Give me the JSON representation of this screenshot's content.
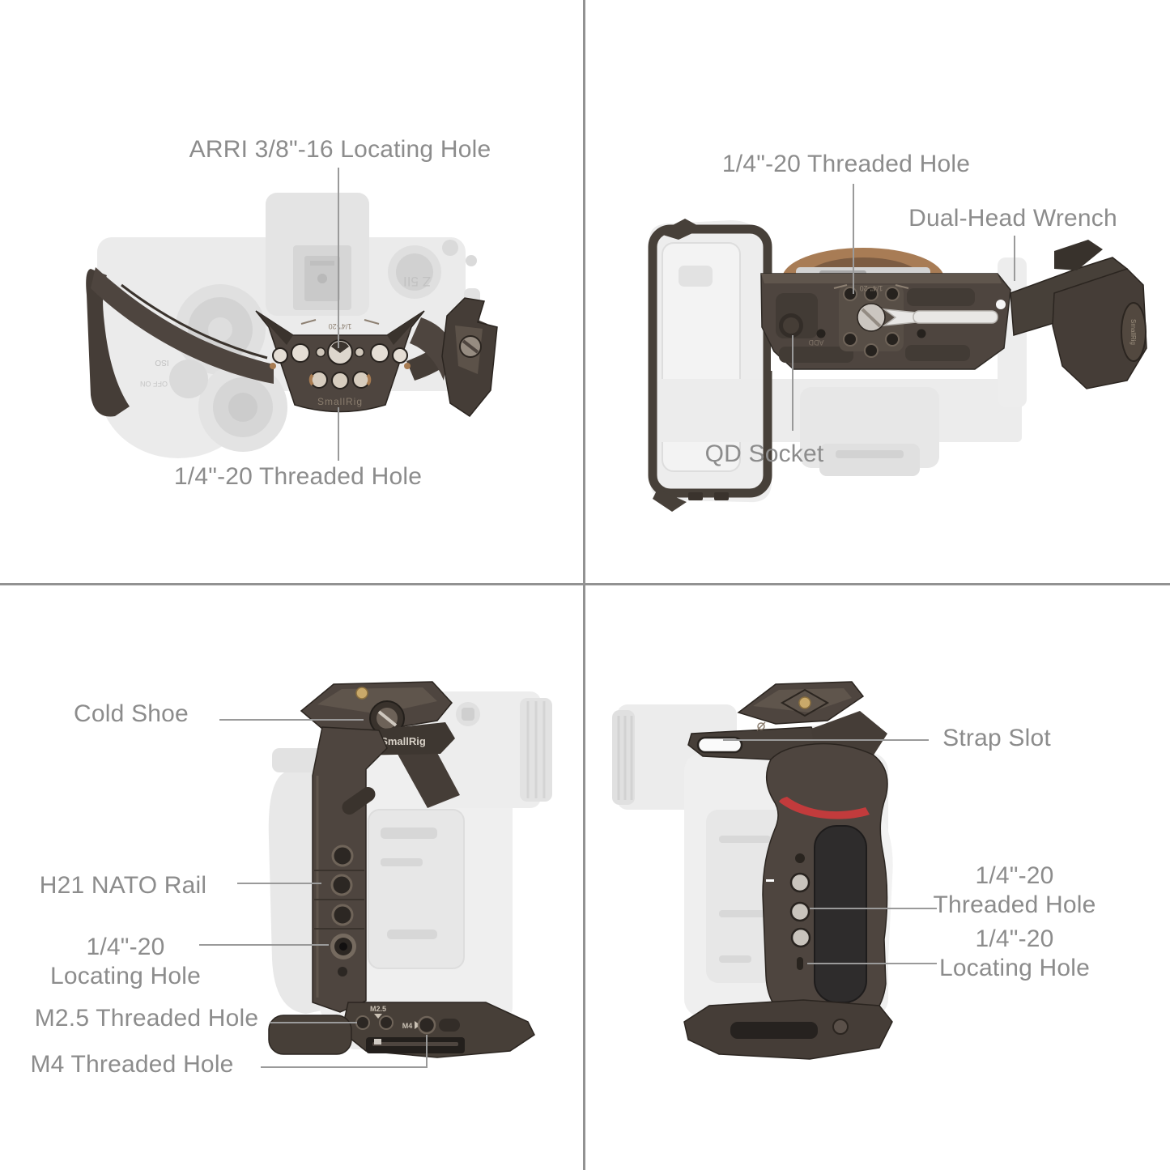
{
  "palette": {
    "background": "#ffffff",
    "label_text": "#8c8c8c",
    "leader_line": "#9a9a9a",
    "divider_line": "#929292",
    "cage_metal": "#4e453f",
    "cage_dark": "#352f2b",
    "ghost_camera": "#ececec",
    "bronze_ring": "#a87c55",
    "brass_screw": "#c9a96a",
    "red_accent": "#c23b3c"
  },
  "quadrants": {
    "top_left": {
      "labels": {
        "arri": "ARRI 3/8\"-16 Locating Hole",
        "threaded": "1/4\"-20 Threaded Hole"
      },
      "illustration": {
        "brand": "SmallRig",
        "plate_marking": "1/4\"-20",
        "camera_logo": "Z 5II",
        "iso_marking": "ISO",
        "onoff_marking": "OFF ON"
      }
    },
    "top_right": {
      "labels": {
        "threaded": "1/4\"-20 Threaded Hole",
        "wrench": "Dual-Head Wrench",
        "qd": "QD Socket"
      },
      "illustration": {
        "plate_marking": "1/4\"-20",
        "add_marking": "ADD",
        "brand_vertical": "SmallRig"
      }
    },
    "bottom_left": {
      "labels": {
        "cold_shoe": "Cold Shoe",
        "nato": "H21 NATO Rail",
        "locating_l1": "1/4\"-20",
        "locating_l2": "Locating Hole",
        "m25": "M2.5 Threaded Hole",
        "m4": "M4 Threaded Hole"
      },
      "illustration": {
        "brand": "SmallRig",
        "m25_marking": "M2.5",
        "m4_marking": "M4"
      }
    },
    "bottom_right": {
      "labels": {
        "strap": "Strap Slot",
        "threaded_l1": "1/4\"-20",
        "threaded_l2": "Threaded Hole",
        "locating_l1": "1/4\"-20",
        "locating_l2": "Locating Hole"
      }
    }
  }
}
